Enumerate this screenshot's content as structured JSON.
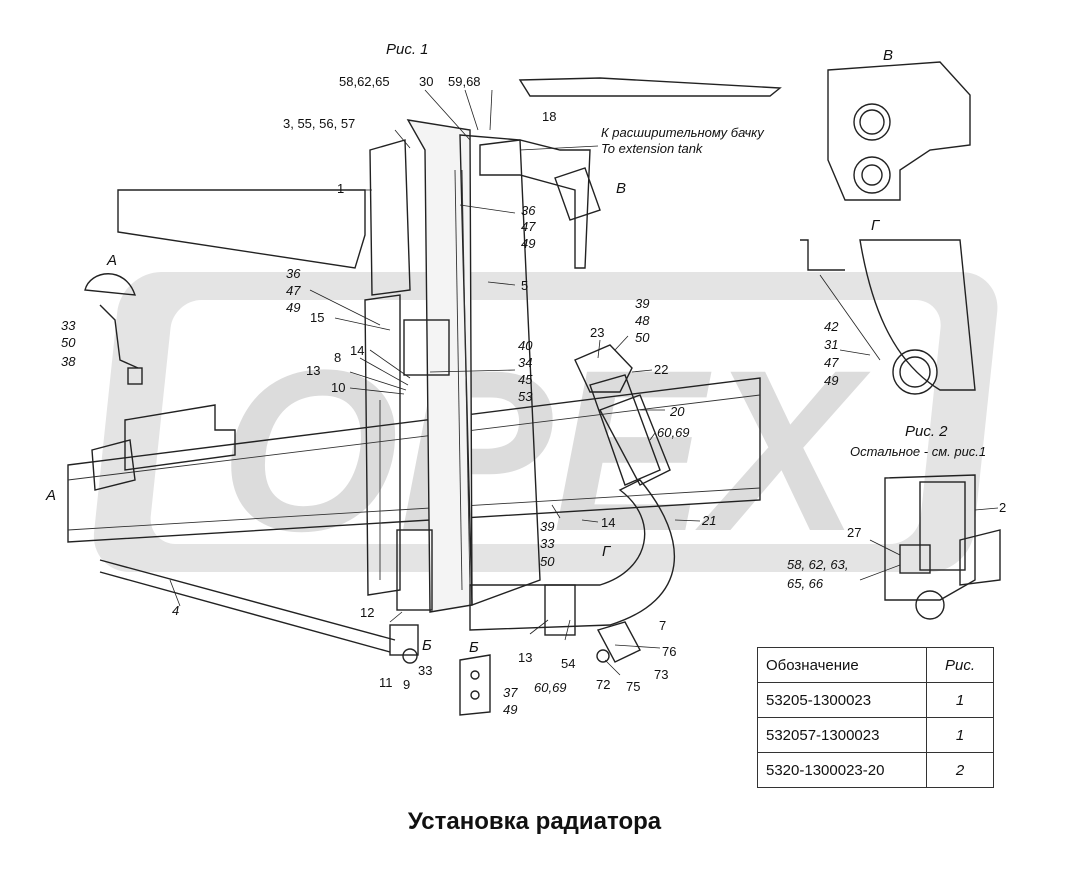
{
  "title": "Установка радиатора",
  "watermark": "OPEX",
  "figure_captions": {
    "fig1": "Рис. 1",
    "fig2": "Рис. 2",
    "fig2_note": "Остальное - см. рис.1"
  },
  "view_letters": {
    "a": "А",
    "b": "Б",
    "v": "В",
    "g": "Г"
  },
  "annotations": {
    "to_tank_ru": "К расширительному бачку",
    "to_tank_en": "To extension tank"
  },
  "callouts": {
    "c_58_62_65": "58,62,65",
    "c_30": "30",
    "c_59_68": "59,68",
    "c_3_55": "3, 55, 56, 57",
    "c_18": "18",
    "c_1": "1",
    "c_36a": "36",
    "c_47a": "47",
    "c_49a": "49",
    "c_5": "5",
    "c_36b": "36",
    "c_47b": "47",
    "c_49b": "49",
    "c_15": "15",
    "c_14a": "14",
    "c_8": "8",
    "c_13a": "13",
    "c_10": "10",
    "c_40": "40",
    "c_34": "34",
    "c_45": "45",
    "c_53": "53",
    "c_39a": "39",
    "c_48": "48",
    "c_50a": "50",
    "c_23": "23",
    "c_22": "22",
    "c_20": "20",
    "c_60_69a": "60,69",
    "c_39b": "39",
    "c_33a": "33",
    "c_50b": "50",
    "c_14b": "14",
    "c_21": "21",
    "c_4": "4",
    "c_12": "12",
    "c_11": "11",
    "c_9": "9",
    "c_33b": "33",
    "c_13b": "13",
    "c_54": "54",
    "c_7": "7",
    "c_76": "76",
    "c_72": "72",
    "c_75": "75",
    "c_73": "73",
    "c_37": "37",
    "c_49c": "49",
    "c_60_69b": "60,69",
    "c_33c": "33",
    "c_50c": "50",
    "c_38": "38",
    "c_42": "42",
    "c_31": "31",
    "c_47c": "47",
    "c_49d": "49",
    "c_2": "2",
    "c_27": "27",
    "c_58_62_63": "58, 62, 63,",
    "c_65_66": "65, 66"
  },
  "table": {
    "headers": [
      "Обозначение",
      "Рис."
    ],
    "rows": [
      [
        "53205-1300023",
        "1"
      ],
      [
        "532057-1300023",
        "1"
      ],
      [
        "5320-1300023-20",
        "2"
      ]
    ]
  }
}
